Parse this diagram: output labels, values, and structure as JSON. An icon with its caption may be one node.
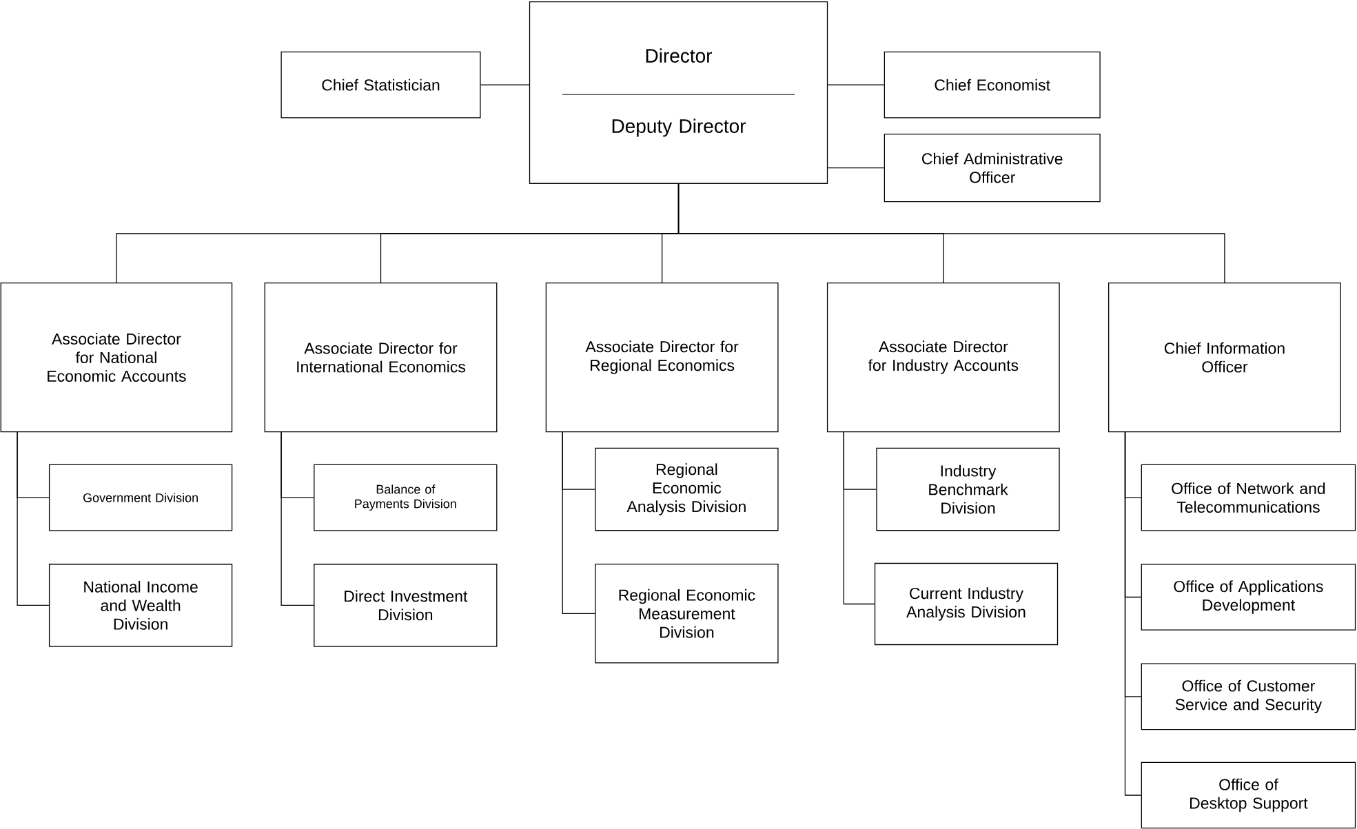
{
  "diagram": {
    "nodes": [
      {
        "text": [
          "Director",
          "Deputy Director"
        ]
      },
      {
        "text": [
          "Chief Statistician"
        ]
      },
      {
        "text": [
          "Chief Economist"
        ]
      },
      {
        "text": [
          "Chief Administrative Officer"
        ]
      },
      {
        "text": [
          "Associate Director for National Economic Accounts"
        ]
      },
      {
        "text": [
          "Associate Director for International Economics"
        ]
      },
      {
        "text": [
          "Associate Director for Regional Economics"
        ]
      },
      {
        "text": [
          "Associate Director for Industry Accounts"
        ]
      },
      {
        "text": [
          "Chief Information Officer"
        ]
      },
      {
        "text": [
          "Government Division"
        ]
      },
      {
        "text": [
          "National Income and Wealth Division"
        ]
      },
      {
        "text": [
          "Balance of Payments Division"
        ]
      },
      {
        "text": [
          "Direct Investment Division"
        ]
      },
      {
        "text": [
          "Regional Economic Analysis Division"
        ]
      },
      {
        "text": [
          "Regional Economic Measurement Division"
        ]
      },
      {
        "text": [
          "Industry Benchmark Division"
        ]
      },
      {
        "text": [
          "Current Industry Analysis Division"
        ]
      },
      {
        "text": [
          "Office of Network and Telecommunications"
        ]
      },
      {
        "text": [
          "Office of Applications Development"
        ]
      },
      {
        "text": [
          "Office of Customer Service and Security"
        ]
      },
      {
        "text": [
          "Office of Desktop Support"
        ]
      }
    ],
    "edges": [
      {
        "from": 0,
        "to": 1,
        "arrow": "none"
      },
      {
        "from": 0,
        "to": 2,
        "arrow": "none"
      },
      {
        "from": 0,
        "to": 3,
        "arrow": "none"
      },
      {
        "from": 0,
        "to": 4,
        "arrow": "none"
      },
      {
        "from": 0,
        "to": 5,
        "arrow": "none"
      },
      {
        "from": 0,
        "to": 6,
        "arrow": "none"
      },
      {
        "from": 0,
        "to": 7,
        "arrow": "none"
      },
      {
        "from": 0,
        "to": 8,
        "arrow": "none"
      },
      {
        "from": 4,
        "to": 9,
        "arrow": "none"
      },
      {
        "from": 4,
        "to": 10,
        "arrow": "none"
      },
      {
        "from": 5,
        "to": 11,
        "arrow": "none"
      },
      {
        "from": 5,
        "to": 12,
        "arrow": "none"
      },
      {
        "from": 6,
        "to": 13,
        "arrow": "none"
      },
      {
        "from": 6,
        "to": 14,
        "arrow": "none"
      },
      {
        "from": 7,
        "to": 15,
        "arrow": "none"
      },
      {
        "from": 7,
        "to": 16,
        "arrow": "none"
      },
      {
        "from": 8,
        "to": 17,
        "arrow": "none"
      },
      {
        "from": 8,
        "to": 18,
        "arrow": "none"
      },
      {
        "from": 8,
        "to": 19,
        "arrow": "none"
      },
      {
        "from": 8,
        "to": 20,
        "arrow": "none"
      }
    ]
  }
}
